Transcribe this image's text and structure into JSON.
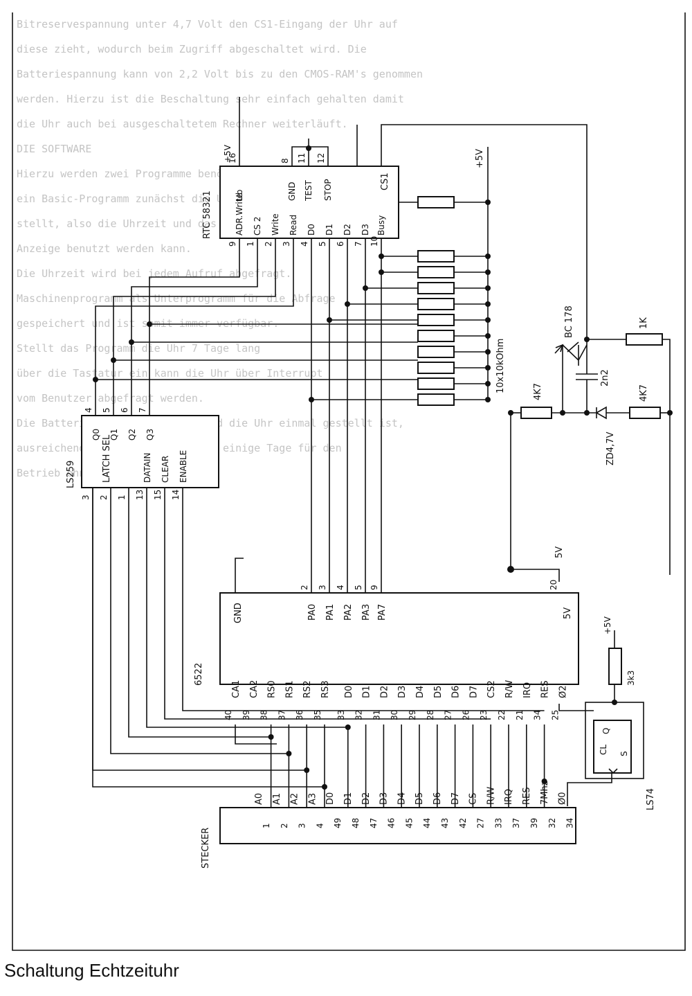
{
  "caption": "Schaltung Echtzeituhr",
  "show_through_text": [
    "Bitreservespannung unter 4,7 Volt den CS1-Eingang der Uhr auf",
    "diese zieht, wodurch beim Zugriff abgeschaltet wird. Die",
    "Batteriespannung kann von 2,2 Volt bis zu den CMOS-RAM's genommen",
    "werden. Hierzu ist die Beschaltung sehr einfach gehalten damit",
    "die Uhr auch bei ausgeschaltetem Rechner weiterläuft.",
    "DIE SOFTWARE",
    "Hierzu werden zwei Programme benötigt. Es sieht so aus, dass",
    "ein Basic-Programm zunächst die Uhr auf den aktuellen Stand",
    "stellt, also die Uhrzeit und das Datum eingibt und zur",
    "Anzeige benutzt werden kann.",
    "Die Uhrzeit wird bei jedem Aufruf abgefragt.",
    "Maschinenprogramm als Unterprogramm für die Abfrage",
    "gespeichert und ist somit immer verfügbar.",
    "Stellt das Programm die Uhr 7 Tage lang",
    "über die Tastatur ein kann die Uhr über Interrupt",
    "vom Benutzer abgefragt werden.",
    "Die Batteriespannung gibt, sobald die Uhr einmal gestellt ist,",
    "ausreichend über Jahre Strom und einige Tage für den",
    "Betrieb ohne Netz."
  ],
  "rtc": {
    "name": "RTC 58321",
    "supply": "+5V",
    "pins_left": [
      {
        "num": "9",
        "label": "ADR.Write"
      },
      {
        "num": "1",
        "label": "CS 2"
      },
      {
        "num": "2",
        "label": "Write"
      },
      {
        "num": "3",
        "label": "Read"
      },
      {
        "num": "4",
        "label": "D0"
      },
      {
        "num": "5",
        "label": "D1"
      },
      {
        "num": "6",
        "label": "D2"
      },
      {
        "num": "7",
        "label": "D3"
      },
      {
        "num": "10",
        "label": "Busy"
      }
    ],
    "pins_top": [
      {
        "num": "16",
        "label": "Ub"
      },
      {
        "num": "8",
        "label": "GND"
      },
      {
        "num": "11",
        "label": "TEST"
      },
      {
        "num": "12",
        "label": "STOP"
      }
    ],
    "pin_cs1": "CS1"
  },
  "pullup_supply": "+5V",
  "resistor_network": "10x10kOhm",
  "transistor": "BC 178",
  "capacitor": "2n2",
  "res_1k": "1K",
  "res_4k7_left": "4K7",
  "res_4k7_right": "4K7",
  "zener": "ZD4,7V",
  "rail_5v": "5V",
  "ls259": {
    "name": "LS259",
    "outputs": [
      {
        "num": "4",
        "label": "Q0"
      },
      {
        "num": "5",
        "label": "Q1"
      },
      {
        "num": "6",
        "label": "Q2"
      },
      {
        "num": "7",
        "label": "Q3"
      }
    ],
    "inputs": [
      {
        "num": "3",
        "label": ""
      },
      {
        "num": "2",
        "label": ""
      },
      {
        "num": "1",
        "label": ""
      },
      {
        "num": "13",
        "label": "DATAIN"
      },
      {
        "num": "15",
        "label": "CLEAR"
      },
      {
        "num": "14",
        "label": "ENABLE"
      }
    ],
    "latch_label": "LATCH SEL"
  },
  "via": {
    "name": "6522",
    "gnd_label": "GND",
    "supply_label": "5V",
    "port_pins": [
      {
        "num": "2",
        "label": "PA0"
      },
      {
        "num": "3",
        "label": "PA1"
      },
      {
        "num": "4",
        "label": "PA2"
      },
      {
        "num": "5",
        "label": "PA3"
      },
      {
        "num": "9",
        "label": "PA7"
      }
    ],
    "supply_pin": "20",
    "bottom_pins": [
      {
        "num": "40",
        "label": "CA1"
      },
      {
        "num": "39",
        "label": "CA2"
      },
      {
        "num": "38",
        "label": "RS0"
      },
      {
        "num": "37",
        "label": "RS1"
      },
      {
        "num": "36",
        "label": "RS2"
      },
      {
        "num": "35",
        "label": "RS3"
      },
      {
        "num": "33",
        "label": "D0"
      },
      {
        "num": "32",
        "label": "D1"
      },
      {
        "num": "31",
        "label": "D2"
      },
      {
        "num": "30",
        "label": "D3"
      },
      {
        "num": "29",
        "label": "D4"
      },
      {
        "num": "28",
        "label": "D5"
      },
      {
        "num": "27",
        "label": "D6"
      },
      {
        "num": "26",
        "label": "D7"
      },
      {
        "num": "23",
        "label": "CS2"
      },
      {
        "num": "22",
        "label": "R/W"
      },
      {
        "num": "21",
        "label": "IRQ"
      },
      {
        "num": "34",
        "label": "RES"
      },
      {
        "num": "25",
        "label": "Ø2"
      }
    ]
  },
  "ls74": {
    "name": "LS74",
    "supply": "+5V",
    "resistor": "3k3",
    "pin_q": "Q",
    "pin_cl": "CL",
    "pin_s": "S"
  },
  "stecker": {
    "name": "STECKER",
    "pins": [
      {
        "num": "1",
        "label": "A0"
      },
      {
        "num": "2",
        "label": "A1"
      },
      {
        "num": "3",
        "label": "A2"
      },
      {
        "num": "4",
        "label": "A3"
      },
      {
        "num": "49",
        "label": "D0"
      },
      {
        "num": "48",
        "label": "D1"
      },
      {
        "num": "47",
        "label": "D2"
      },
      {
        "num": "46",
        "label": "D3"
      },
      {
        "num": "45",
        "label": "D4"
      },
      {
        "num": "44",
        "label": "D5"
      },
      {
        "num": "43",
        "label": "D6"
      },
      {
        "num": "42",
        "label": "D7"
      },
      {
        "num": "27",
        "label": "CS"
      },
      {
        "num": "33",
        "label": "R/W"
      },
      {
        "num": "37",
        "label": "IRQ"
      },
      {
        "num": "39",
        "label": "RES"
      },
      {
        "num": "32",
        "label": "7Mhz"
      },
      {
        "num": "34",
        "label": "Ø0"
      }
    ]
  }
}
